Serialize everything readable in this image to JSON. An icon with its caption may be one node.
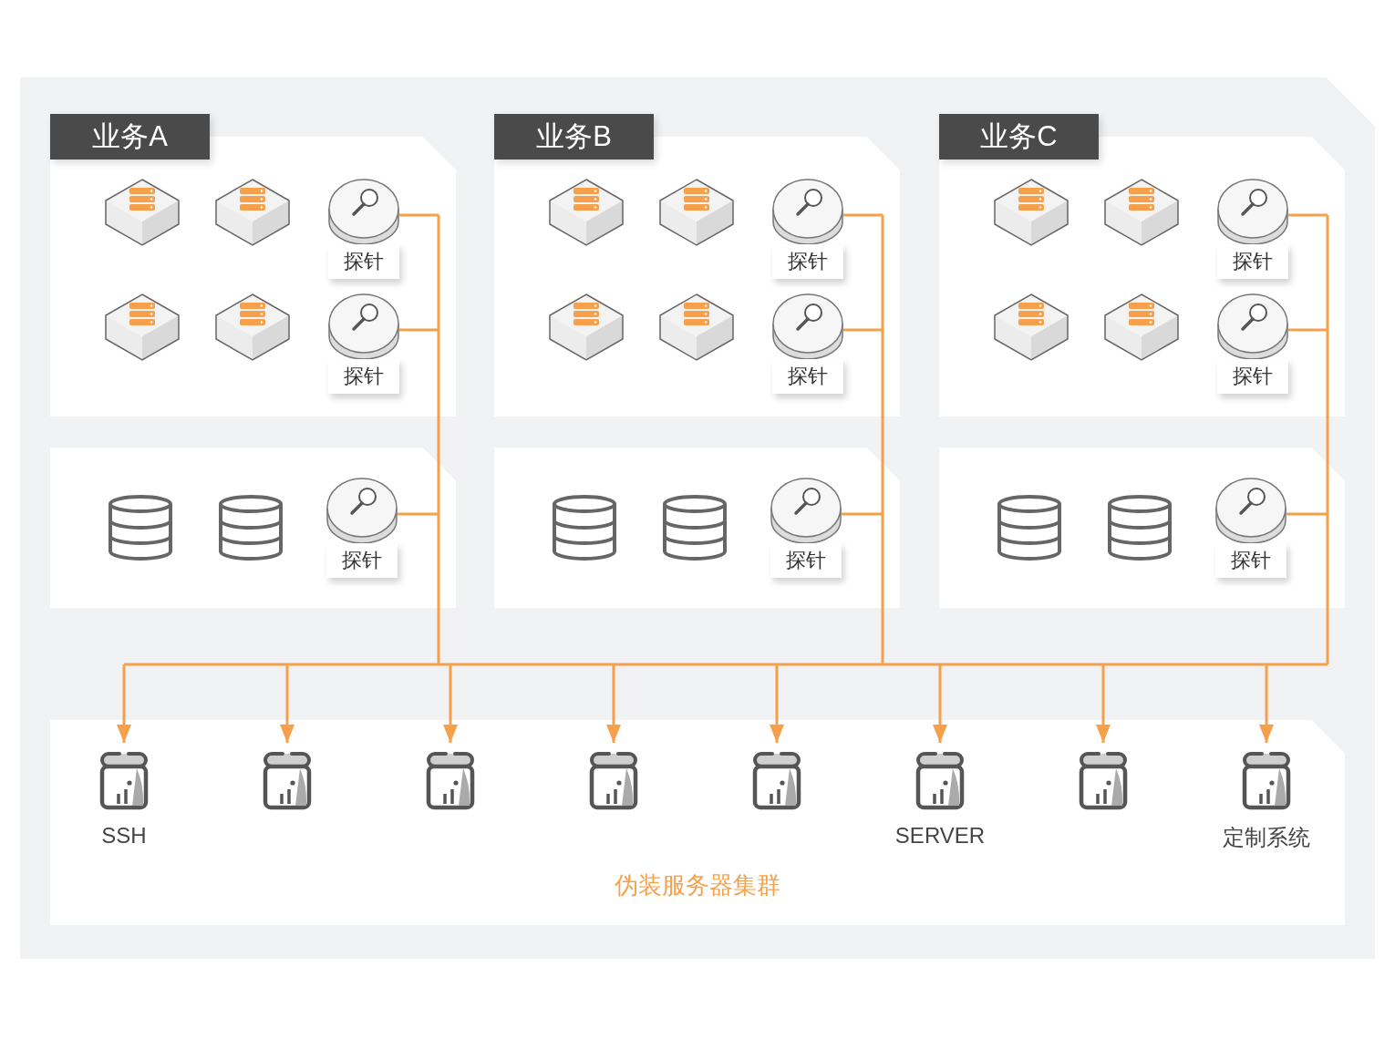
{
  "diagram": {
    "nodes": [
      {
        "text": [
          "业务A"
        ]
      },
      {
        "text": [],
        "shape": "cube",
        "in": 0
      },
      {
        "text": [],
        "shape": "cube",
        "in": 0
      },
      {
        "text": [
          "探针"
        ],
        "in": 0
      },
      {
        "text": [],
        "shape": "cube",
        "in": 0
      },
      {
        "text": [],
        "shape": "cube",
        "in": 0
      },
      {
        "text": [
          "探针"
        ],
        "in": 0
      },
      {
        "text": [
          "业务B"
        ]
      },
      {
        "text": [],
        "shape": "cube",
        "in": 7
      },
      {
        "text": [],
        "shape": "cube",
        "in": 7
      },
      {
        "text": [
          "探针"
        ],
        "in": 7
      },
      {
        "text": [],
        "shape": "cube",
        "in": 7
      },
      {
        "text": [],
        "shape": "cube",
        "in": 7
      },
      {
        "text": [
          "探针"
        ],
        "in": 7
      },
      {
        "text": [
          "业务C"
        ]
      },
      {
        "text": [],
        "shape": "cube",
        "in": 14
      },
      {
        "text": [],
        "shape": "cube",
        "in": 14
      },
      {
        "text": [
          "探针"
        ],
        "in": 14
      },
      {
        "text": [],
        "shape": "cube",
        "in": 14
      },
      {
        "text": [],
        "shape": "cube",
        "in": 14
      },
      {
        "text": [
          "探针"
        ],
        "in": 14
      },
      {
        "text": [],
        "shape": "box"
      },
      {
        "text": [],
        "shape": "cylinder",
        "in": 21
      },
      {
        "text": [],
        "shape": "cylinder",
        "in": 21
      },
      {
        "text": [
          "探针"
        ],
        "in": 21
      },
      {
        "text": [],
        "shape": "box"
      },
      {
        "text": [],
        "shape": "cylinder",
        "in": 25
      },
      {
        "text": [],
        "shape": "cylinder",
        "in": 25
      },
      {
        "text": [
          "探针"
        ],
        "in": 25
      },
      {
        "text": [],
        "shape": "box"
      },
      {
        "text": [],
        "shape": "cylinder",
        "in": 29
      },
      {
        "text": [],
        "shape": "cylinder",
        "in": 29
      },
      {
        "text": [
          "探针"
        ],
        "in": 29
      },
      {
        "text": [
          "伪装服务器集群"
        ]
      },
      {
        "text": [
          "SSH"
        ],
        "in": 33
      },
      {
        "text": [],
        "shape": "jar",
        "in": 33
      },
      {
        "text": [],
        "shape": "jar",
        "in": 33
      },
      {
        "text": [],
        "shape": "jar",
        "in": 33
      },
      {
        "text": [],
        "shape": "jar",
        "in": 33
      },
      {
        "text": [
          "SERVER"
        ],
        "in": 33
      },
      {
        "text": [],
        "shape": "jar",
        "in": 33
      },
      {
        "text": [
          "定制系统"
        ],
        "in": 33
      }
    ],
    "edges": [
      {
        "from": 3,
        "to": 34,
        "arrow": "to"
      },
      {
        "from": 3,
        "to": 35,
        "arrow": "to"
      },
      {
        "from": 3,
        "to": 36,
        "arrow": "to"
      },
      {
        "from": 3,
        "to": 37,
        "arrow": "to"
      },
      {
        "from": 3,
        "to": 38,
        "arrow": "to"
      },
      {
        "from": 3,
        "to": 39,
        "arrow": "to"
      },
      {
        "from": 3,
        "to": 40,
        "arrow": "to"
      },
      {
        "from": 3,
        "to": 41,
        "arrow": "to"
      },
      {
        "from": 6,
        "to": 34,
        "arrow": "to"
      },
      {
        "from": 6,
        "to": 35,
        "arrow": "to"
      },
      {
        "from": 6,
        "to": 36,
        "arrow": "to"
      },
      {
        "from": 6,
        "to": 37,
        "arrow": "to"
      },
      {
        "from": 6,
        "to": 38,
        "arrow": "to"
      },
      {
        "from": 6,
        "to": 39,
        "arrow": "to"
      },
      {
        "from": 6,
        "to": 40,
        "arrow": "to"
      },
      {
        "from": 6,
        "to": 41,
        "arrow": "to"
      },
      {
        "from": 10,
        "to": 34,
        "arrow": "to"
      },
      {
        "from": 10,
        "to": 35,
        "arrow": "to"
      },
      {
        "from": 10,
        "to": 36,
        "arrow": "to"
      },
      {
        "from": 10,
        "to": 37,
        "arrow": "to"
      },
      {
        "from": 10,
        "to": 38,
        "arrow": "to"
      },
      {
        "from": 10,
        "to": 39,
        "arrow": "to"
      },
      {
        "from": 10,
        "to": 40,
        "arrow": "to"
      },
      {
        "from": 10,
        "to": 41,
        "arrow": "to"
      },
      {
        "from": 13,
        "to": 34,
        "arrow": "to"
      },
      {
        "from": 13,
        "to": 35,
        "arrow": "to"
      },
      {
        "from": 13,
        "to": 36,
        "arrow": "to"
      },
      {
        "from": 13,
        "to": 37,
        "arrow": "to"
      },
      {
        "from": 13,
        "to": 38,
        "arrow": "to"
      },
      {
        "from": 13,
        "to": 39,
        "arrow": "to"
      },
      {
        "from": 13,
        "to": 40,
        "arrow": "to"
      },
      {
        "from": 13,
        "to": 41,
        "arrow": "to"
      },
      {
        "from": 17,
        "to": 34,
        "arrow": "to"
      },
      {
        "from": 17,
        "to": 35,
        "arrow": "to"
      },
      {
        "from": 17,
        "to": 36,
        "arrow": "to"
      },
      {
        "from": 17,
        "to": 37,
        "arrow": "to"
      },
      {
        "from": 17,
        "to": 38,
        "arrow": "to"
      },
      {
        "from": 17,
        "to": 39,
        "arrow": "to"
      },
      {
        "from": 17,
        "to": 40,
        "arrow": "to"
      },
      {
        "from": 17,
        "to": 41,
        "arrow": "to"
      },
      {
        "from": 20,
        "to": 34,
        "arrow": "to"
      },
      {
        "from": 20,
        "to": 35,
        "arrow": "to"
      },
      {
        "from": 20,
        "to": 36,
        "arrow": "to"
      },
      {
        "from": 20,
        "to": 37,
        "arrow": "to"
      },
      {
        "from": 20,
        "to": 38,
        "arrow": "to"
      },
      {
        "from": 20,
        "to": 39,
        "arrow": "to"
      },
      {
        "from": 20,
        "to": 40,
        "arrow": "to"
      },
      {
        "from": 20,
        "to": 41,
        "arrow": "to"
      },
      {
        "from": 24,
        "to": 34,
        "arrow": "to"
      },
      {
        "from": 24,
        "to": 35,
        "arrow": "to"
      },
      {
        "from": 24,
        "to": 36,
        "arrow": "to"
      },
      {
        "from": 24,
        "to": 37,
        "arrow": "to"
      },
      {
        "from": 24,
        "to": 38,
        "arrow": "to"
      },
      {
        "from": 24,
        "to": 39,
        "arrow": "to"
      },
      {
        "from": 24,
        "to": 40,
        "arrow": "to"
      },
      {
        "from": 24,
        "to": 41,
        "arrow": "to"
      },
      {
        "from": 28,
        "to": 34,
        "arrow": "to"
      },
      {
        "from": 28,
        "to": 35,
        "arrow": "to"
      },
      {
        "from": 28,
        "to": 36,
        "arrow": "to"
      },
      {
        "from": 28,
        "to": 37,
        "arrow": "to"
      },
      {
        "from": 28,
        "to": 38,
        "arrow": "to"
      },
      {
        "from": 28,
        "to": 39,
        "arrow": "to"
      },
      {
        "from": 28,
        "to": 40,
        "arrow": "to"
      },
      {
        "from": 28,
        "to": 41,
        "arrow": "to"
      },
      {
        "from": 32,
        "to": 34,
        "arrow": "to"
      },
      {
        "from": 32,
        "to": 35,
        "arrow": "to"
      },
      {
        "from": 32,
        "to": 36,
        "arrow": "to"
      },
      {
        "from": 32,
        "to": 37,
        "arrow": "to"
      },
      {
        "from": 32,
        "to": 38,
        "arrow": "to"
      },
      {
        "from": 32,
        "to": 39,
        "arrow": "to"
      },
      {
        "from": 32,
        "to": 40,
        "arrow": "to"
      },
      {
        "from": 32,
        "to": 41,
        "arrow": "to"
      }
    ]
  }
}
